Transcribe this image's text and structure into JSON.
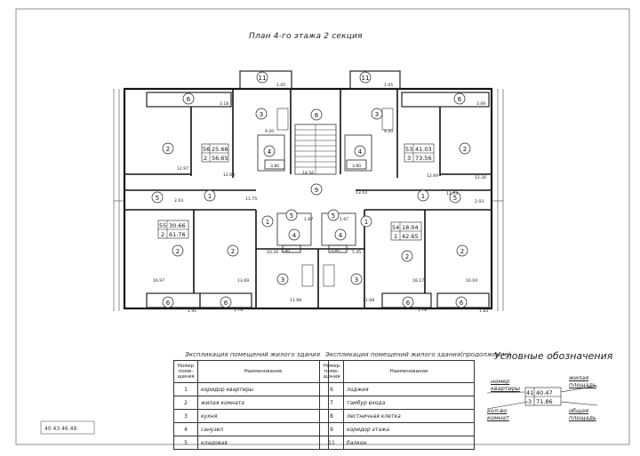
{
  "title": "План 4-го этажа 2 секция",
  "room_labels": {
    "r1": "1",
    "r2": "2",
    "r3": "3",
    "r4": "4",
    "r5": "5",
    "r6": "6",
    "r8": "8",
    "r9": "9",
    "r11": "11"
  },
  "dims": {
    "d105a": "1.05",
    "d105b": "1.05",
    "d318": "3.18",
    "d309": "3.09",
    "d920a": "9.20",
    "d920b": "9.20",
    "d1297": "12.97",
    "d1269a": "12.69",
    "d1269b": "12.69",
    "d1230": "12.30",
    "d380a": "3.80",
    "d380b": "3.80",
    "d380c": "3.80",
    "d380d": "3.80",
    "d1456": "14.56",
    "d1175": "11.75",
    "d1343": "13.43",
    "d1153": "11.53",
    "d203a": "2.03",
    "d203b": "2.03",
    "d167a": "1.67",
    "d167b": "1.67",
    "d1026": "10.26",
    "d545": "5.45",
    "d1697": "16.97",
    "d1369": "13.69",
    "d1827": "18.27",
    "d1604": "16.04",
    "d1168a": "11.68",
    "d1168b": "11.68",
    "d191": "1.91",
    "d178a": "1.78",
    "d178b": "1.78",
    "d183": "1.83"
  },
  "apartments": [
    {
      "id": "56",
      "rooms": "2",
      "living": "25.66",
      "total": "56.65"
    },
    {
      "id": "53",
      "rooms": "3",
      "living": "41.03",
      "total": "73.56"
    },
    {
      "id": "55",
      "rooms": "2",
      "living": "30.66",
      "total": "61.76"
    },
    {
      "id": "54",
      "rooms": "1",
      "living": "18.04",
      "total": "42.65"
    }
  ],
  "table1": {
    "caption": "Экспликация помещений жилого здания",
    "col_num": "Номер поме- щения",
    "col_name": "Наименование",
    "rows": [
      {
        "num": "1",
        "name": "коридор квартиры"
      },
      {
        "num": "2",
        "name": "жилая комната"
      },
      {
        "num": "3",
        "name": "кухня"
      },
      {
        "num": "4",
        "name": "санузел"
      },
      {
        "num": "5",
        "name": "кладовая"
      }
    ]
  },
  "table2": {
    "caption": "Экспликация помещений жилого здания(продолжение)",
    "col_num": "Номер поме- щения",
    "col_name": "Наименование",
    "rows": [
      {
        "num": "6",
        "name": "лоджия"
      },
      {
        "num": "7",
        "name": "тамбур входа"
      },
      {
        "num": "8",
        "name": "лестничная клетка"
      },
      {
        "num": "9",
        "name": "коридор этажа"
      },
      {
        "num": "11",
        "name": "балкон"
      }
    ]
  },
  "legend": {
    "title": "Условные обозначения",
    "apt_number": "номер квартиры",
    "room_count": "кол-во комнат",
    "living_area": "жилая площадь",
    "total_area": "общая площадь",
    "sample_id": "41",
    "sample_rooms": "3",
    "sample_living": "40.47",
    "sample_total": "71.86"
  },
  "stamp": "40 43 46 49"
}
